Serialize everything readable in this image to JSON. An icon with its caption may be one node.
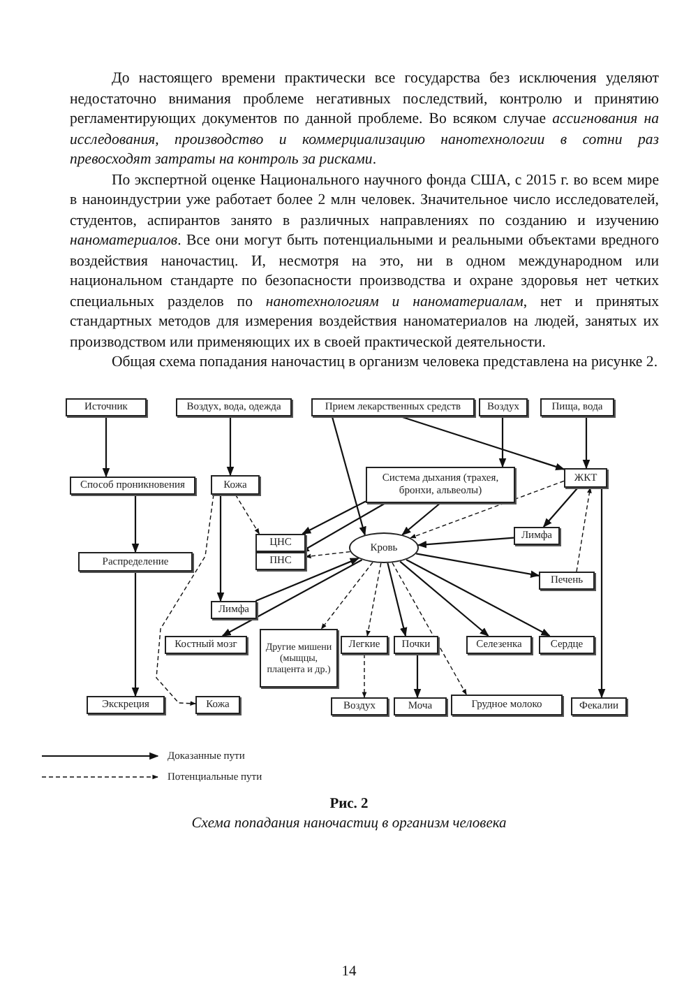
{
  "diagram": {
    "caption": "Схема попадания наночастиц в организм человека",
    "nodes": [
      {
        "text": [
          "Источник"
        ]
      },
      {
        "text": [
          "Воздух, вода, одежда"
        ]
      },
      {
        "text": [
          "Прием лекарственных средств"
        ]
      },
      {
        "text": [
          "Воздух"
        ]
      },
      {
        "text": [
          "Пища, вода"
        ]
      },
      {
        "text": [
          "Способ проникновения"
        ]
      },
      {
        "text": [
          "Кожа"
        ]
      },
      {
        "text": [
          "Система дыхания (трахея, бронхи, альвеолы)"
        ]
      },
      {
        "text": [
          "ЖКТ"
        ]
      },
      {
        "text": [
          "ЦНС"
        ]
      },
      {
        "text": [
          "ПНС"
        ]
      },
      {
        "text": [
          "Кровь"
        ]
      },
      {
        "text": [
          "Лимфа"
        ]
      },
      {
        "text": [
          "Распределение"
        ]
      },
      {
        "text": [
          "Печень"
        ]
      },
      {
        "text": [
          "Лимфа"
        ]
      },
      {
        "text": [
          "Костный мозг"
        ]
      },
      {
        "text": [
          "Другие мишени (мыщцы, плацента и др.)"
        ]
      },
      {
        "text": [
          "Легкие"
        ]
      },
      {
        "text": [
          "Почки"
        ]
      },
      {
        "text": [
          "Селезенка"
        ]
      },
      {
        "text": [
          "Сердце"
        ]
      },
      {
        "text": [
          "Экскреция"
        ]
      },
      {
        "text": [
          "Кожа"
        ]
      },
      {
        "text": [
          "Воздух"
        ]
      },
      {
        "text": [
          "Моча"
        ]
      },
      {
        "text": [
          "Грудное молоко"
        ]
      },
      {
        "text": [
          "Фекалии"
        ]
      }
    ],
    "edges": [
      {
        "from": 0,
        "to": 5,
        "arrow": "to"
      },
      {
        "from": 5,
        "to": 13,
        "arrow": "to"
      },
      {
        "from": 13,
        "to": 22,
        "arrow": "to"
      },
      {
        "from": 1,
        "to": 6,
        "arrow": "to"
      },
      {
        "from": 6,
        "to": 9,
        "arrow": "to",
        "style": "dashed"
      },
      {
        "from": 6,
        "to": 15,
        "arrow": "to"
      },
      {
        "from": 6,
        "to": 23,
        "arrow": "to",
        "style": "dashed"
      },
      {
        "from": 2,
        "to": 11,
        "arrow": "to"
      },
      {
        "from": 2,
        "to": 8,
        "arrow": "to"
      },
      {
        "from": 3,
        "to": 7,
        "arrow": "to"
      },
      {
        "from": 4,
        "to": 8,
        "arrow": "to"
      },
      {
        "from": 7,
        "to": 9,
        "arrow": "to"
      },
      {
        "from": 7,
        "to": 10,
        "arrow": "to"
      },
      {
        "from": 7,
        "to": 11,
        "arrow": "to"
      },
      {
        "from": 8,
        "to": 11,
        "arrow": "to",
        "style": "dashed"
      },
      {
        "from": 8,
        "to": 12,
        "arrow": "to"
      },
      {
        "from": 8,
        "to": 27,
        "arrow": "to"
      },
      {
        "from": 12,
        "to": 11,
        "arrow": "to"
      },
      {
        "from": 11,
        "to": 10,
        "arrow": "to",
        "style": "dashed"
      },
      {
        "from": 15,
        "to": 11,
        "arrow": "to"
      },
      {
        "from": 11,
        "to": 16,
        "arrow": "to"
      },
      {
        "from": 11,
        "to": 17,
        "arrow": "to",
        "style": "dashed"
      },
      {
        "from": 11,
        "to": 18,
        "arrow": "to",
        "style": "dashed"
      },
      {
        "from": 11,
        "to": 19,
        "arrow": "to"
      },
      {
        "from": 11,
        "to": 26,
        "arrow": "to",
        "style": "dashed"
      },
      {
        "from": 11,
        "to": 20,
        "arrow": "to"
      },
      {
        "from": 11,
        "to": 21,
        "arrow": "to"
      },
      {
        "from": 11,
        "to": 14,
        "arrow": "to"
      },
      {
        "from": 14,
        "to": 8,
        "arrow": "to",
        "style": "dashed"
      },
      {
        "from": 18,
        "to": 24,
        "arrow": "to",
        "style": "dashed"
      },
      {
        "from": 19,
        "to": 25,
        "arrow": "to"
      }
    ],
    "labels": [
      "До настоящего времени практически все государства без исключения уделяют недостаточно внимания проблеме негативных последствий, контролю и принятию регламентирующих документов по данной проблеме. Во всяком случае *ассигнования на исследования, производство и коммерциализацию нанотехнологии в сотни раз превосходят затраты на контроль за рисками*.",
      "По экспертной оценке Национального научного фонда США, с 2015 г. во всем мире в наноиндустрии уже работает более 2 млн человек. Значительное число исследователей, студентов, аспирантов занято в различных направлениях по созданию и изучению *наноматериалов*. Все они могут быть потенциальными и реальными объектами вредного воздействия наночастиц. И, несмотря на это, ни в одном международном или национальном стандарте по безопасности производства и охране здоровья нет четких специальных разделов по *нанотехнологиям и наноматериалам*, нет и принятых стандартных методов для измерения воздействия наноматериалов на людей, занятых их производством или применяющих их в своей практической деятельности.",
      "Общая схема попадания наночастиц в организм человека представлена на рисунке 2.",
      "Рис. 2",
      "14"
    ],
    "legend": [
      {
        "text": "Доказанные пути"
      },
      {
        "text": "Потенциальные пути"
      }
    ]
  }
}
